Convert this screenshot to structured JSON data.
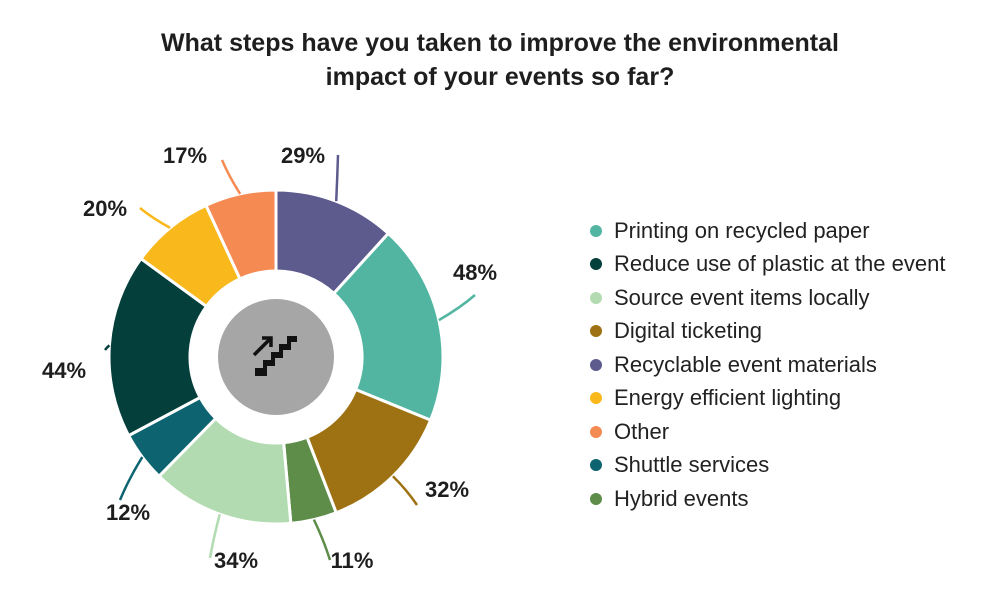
{
  "chart_data": {
    "type": "pie",
    "title_lines": [
      "What steps have you taken to improve the environmental",
      "impact of your events so far?"
    ],
    "slices": [
      {
        "label": "Recyclable event materials",
        "value": 29,
        "display": "29%",
        "color": "#5d5a8e"
      },
      {
        "label": "Printing on recycled paper",
        "value": 48,
        "display": "48%",
        "color": "#52b5a2"
      },
      {
        "label": "Digital ticketing",
        "value": 32,
        "display": "32%",
        "color": "#9e7212"
      },
      {
        "label": "Hybrid events",
        "value": 11,
        "display": "11%",
        "color": "#5e8d4a"
      },
      {
        "label": "Source event items locally",
        "value": 34,
        "display": "34%",
        "color": "#b3dbb1"
      },
      {
        "label": "Shuttle services",
        "value": 12,
        "display": "12%",
        "color": "#0d6470"
      },
      {
        "label": "Reduce use of plastic at the event",
        "value": 44,
        "display": "44%",
        "color": "#053f3c"
      },
      {
        "label": "Energy efficient lighting",
        "value": 20,
        "display": "20%",
        "color": "#f9b81c"
      },
      {
        "label": "Other",
        "value": 17,
        "display": "17%",
        "color": "#f58a53"
      }
    ],
    "legend_order": [
      {
        "label": "Printing on recycled paper",
        "color": "#52b5a2"
      },
      {
        "label": "Reduce use of plastic at the event",
        "color": "#053f3c"
      },
      {
        "label": "Source event items locally",
        "color": "#b3dbb1"
      },
      {
        "label": "Digital ticketing",
        "color": "#9e7212"
      },
      {
        "label": "Recyclable event materials",
        "color": "#5d5a8e"
      },
      {
        "label": "Energy efficient lighting",
        "color": "#f9b81c"
      },
      {
        "label": "Other",
        "color": "#f58a53"
      },
      {
        "label": "Shuttle services",
        "color": "#0d6470"
      },
      {
        "label": "Hybrid events",
        "color": "#5e8d4a"
      }
    ],
    "legend_position": "right",
    "center_icon": "stairs-up-icon"
  }
}
